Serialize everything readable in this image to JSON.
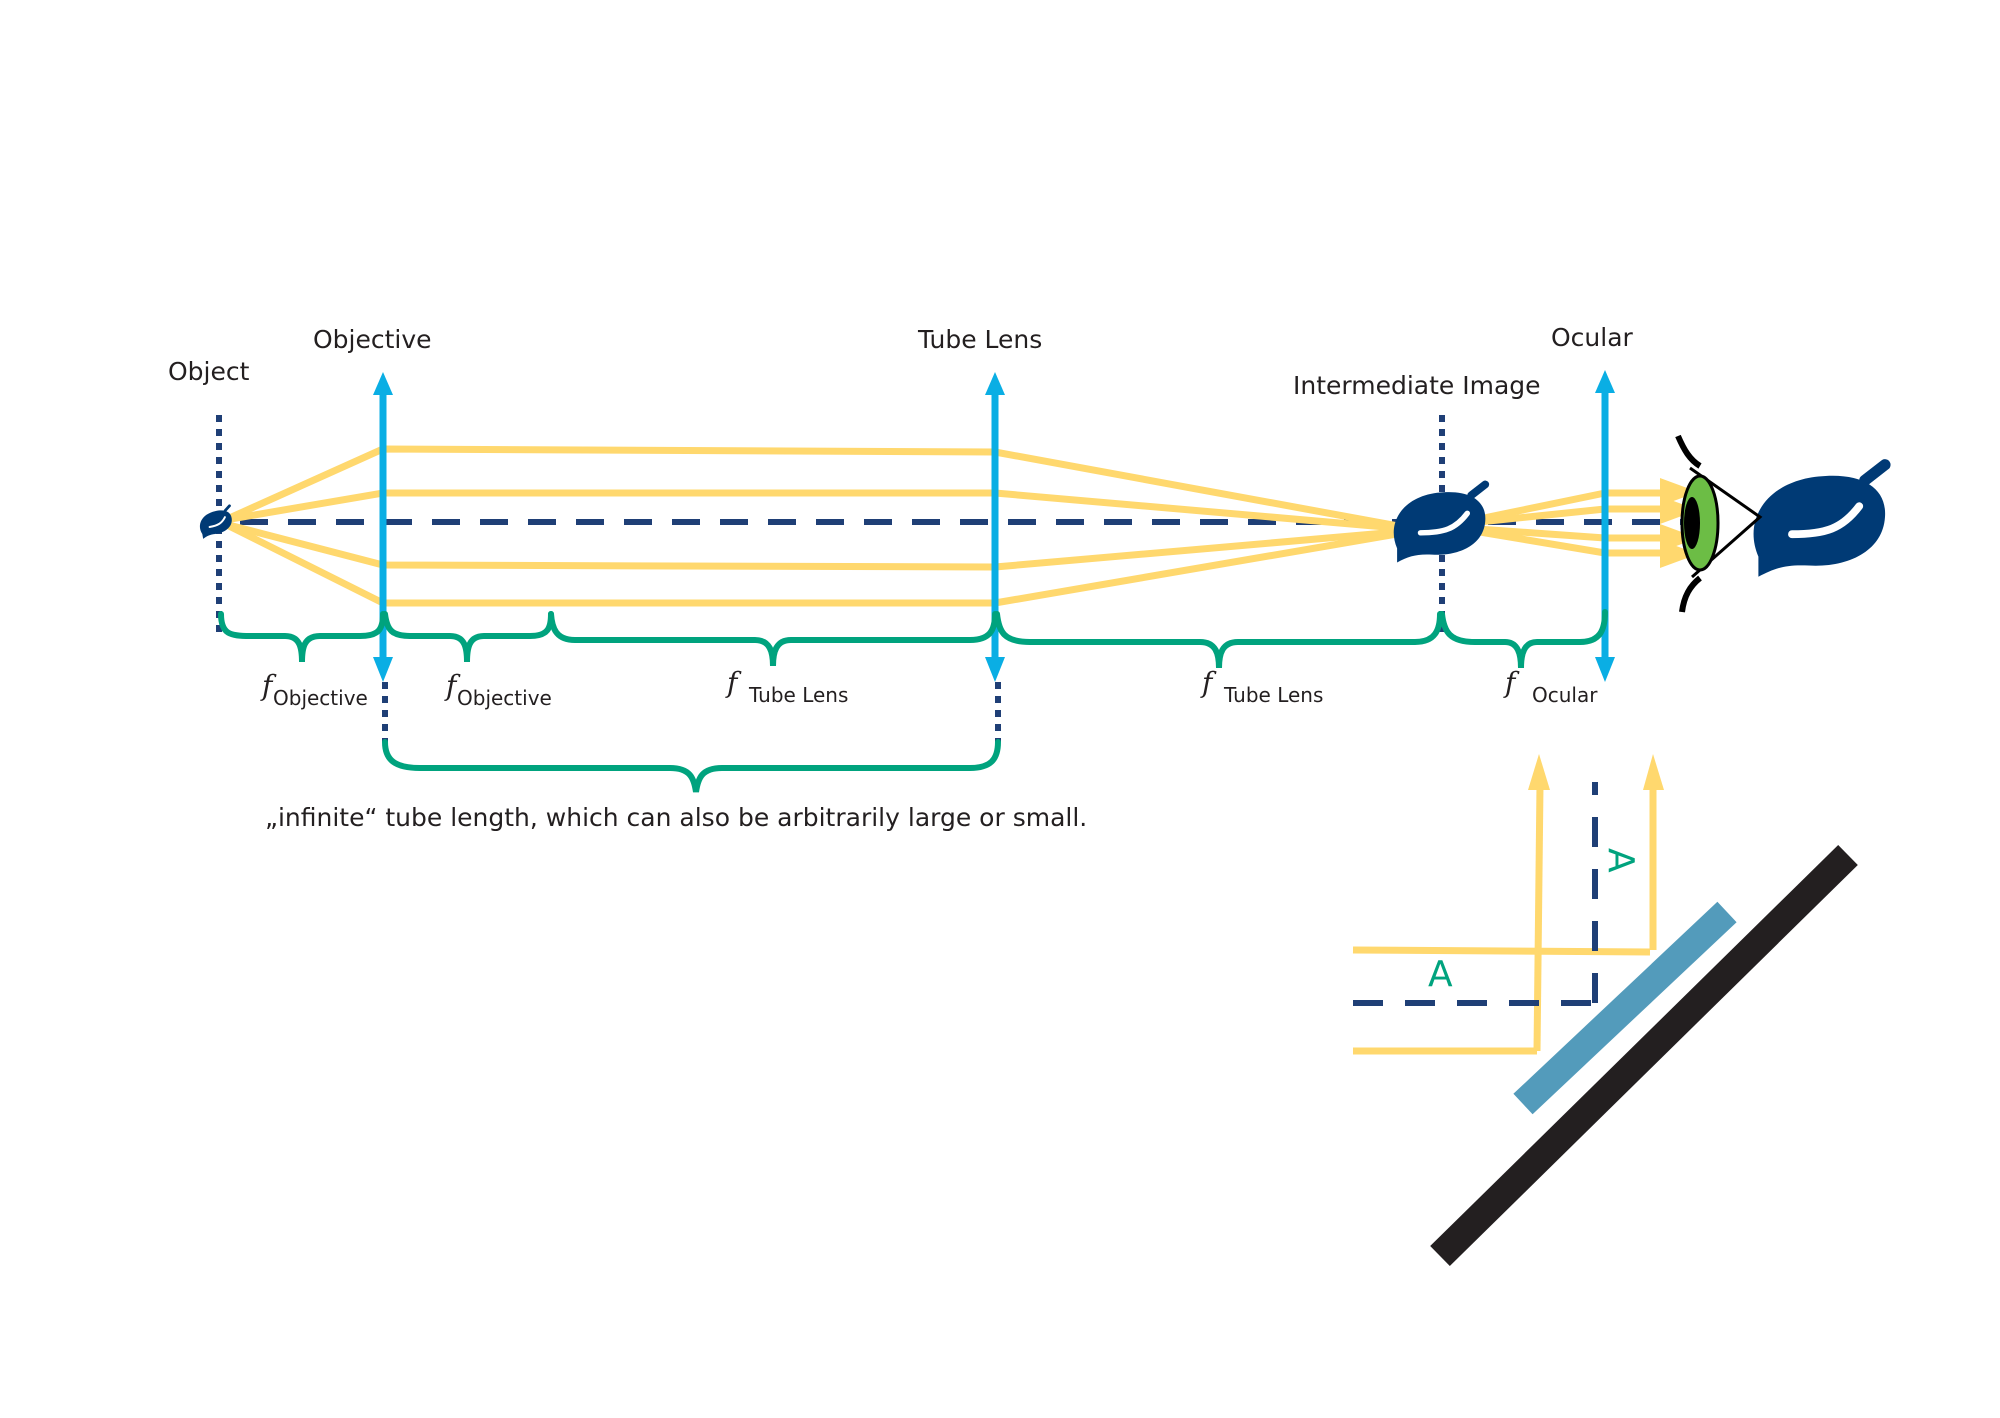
{
  "labels": {
    "object": "Object",
    "objective": "Objective",
    "tube_lens": "Tube Lens",
    "intermediate_image": "Intermediate Image",
    "ocular": "Ocular"
  },
  "focal_labels": [
    {
      "f": "f",
      "sub": "Objective"
    },
    {
      "f": "f",
      "sub": "Objective"
    },
    {
      "f": "f",
      "sub": "Tube Lens"
    },
    {
      "f": "f",
      "sub": "Tube Lens"
    },
    {
      "f": "f",
      "sub": "Ocular"
    }
  ],
  "caption": "„infinite“ tube length, which can also be arbitrarily large or small.",
  "mirror_diagram": {
    "label_horizontal": "A",
    "label_vertical": "A"
  },
  "icons": {
    "object": "leaf-icon",
    "intermediate_image": "leaf-icon",
    "virtual_image": "leaf-icon",
    "observer": "eye-icon"
  },
  "colors": {
    "ray": "#ffd86e",
    "lens": "#0aaee4",
    "axis": "#1f3f76",
    "bracket": "#00a37e",
    "leaf": "#003a75",
    "iris": "#6cbd45",
    "plate": "#539bbb",
    "mirror": "#231f20",
    "text": "#231f20"
  }
}
